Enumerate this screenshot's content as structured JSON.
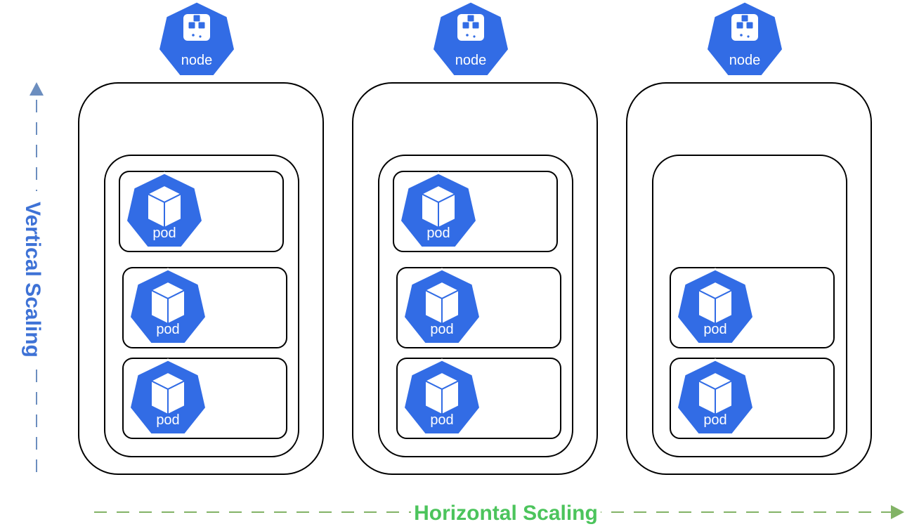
{
  "axes": {
    "vertical_label": "Vertical Scaling",
    "vertical_color": "#3E72D6",
    "vertical_arrow_color": "#6C8EBF",
    "horizontal_label": "Horizontal Scaling",
    "horizontal_color": "#4CC45C",
    "horizontal_arrow_color": "#82B366"
  },
  "brand_color": "#326CE5",
  "nodes": [
    {
      "label": "node",
      "icon": "kubernetes-node-icon",
      "pods": [
        {
          "label": "pod",
          "icon": "kubernetes-pod-icon"
        },
        {
          "label": "pod",
          "icon": "kubernetes-pod-icon"
        },
        {
          "label": "pod",
          "icon": "kubernetes-pod-icon"
        }
      ]
    },
    {
      "label": "node",
      "icon": "kubernetes-node-icon",
      "pods": [
        {
          "label": "pod",
          "icon": "kubernetes-pod-icon"
        },
        {
          "label": "pod",
          "icon": "kubernetes-pod-icon"
        },
        {
          "label": "pod",
          "icon": "kubernetes-pod-icon"
        }
      ]
    },
    {
      "label": "node",
      "icon": "kubernetes-node-icon",
      "pods": [
        {
          "label": "pod",
          "icon": "kubernetes-pod-icon"
        },
        {
          "label": "pod",
          "icon": "kubernetes-pod-icon"
        }
      ]
    }
  ]
}
